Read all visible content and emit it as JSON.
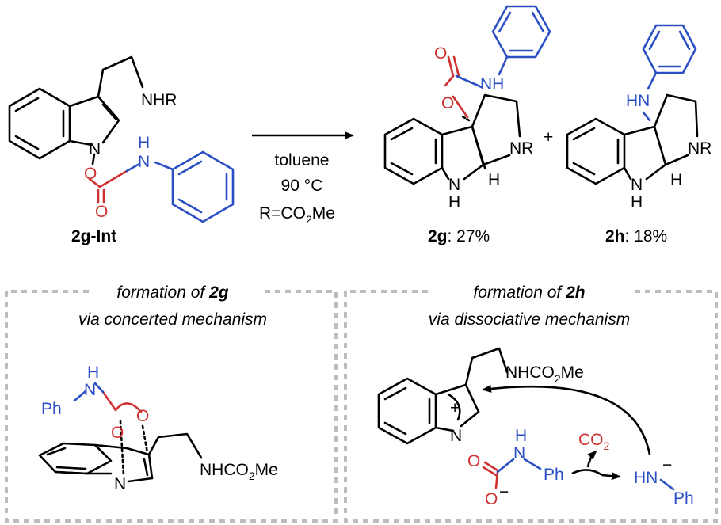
{
  "top_scheme": {
    "reactant": {
      "label": "2g-Int",
      "amine": "NHR",
      "n_indole": "N",
      "o_link": "O",
      "o_carbonyl": "O",
      "nh": "NH",
      "n_letter": "N",
      "h_letter": "H"
    },
    "conditions": {
      "solvent": "toluene",
      "temperature": "90 °C",
      "r_definition": "R=CO",
      "r_subscript": "2",
      "r_suffix": "Me"
    },
    "product_2g": {
      "label": "2g",
      "yield": ": 27%",
      "o_carbonyl": "O",
      "o_link": "O",
      "nh": "NH",
      "nr": "NR",
      "indoline_nh": "N",
      "indoline_h": "H",
      "ring_h": "H"
    },
    "plus": "+",
    "product_2h": {
      "label": "2h",
      "yield": ": 18%",
      "hn": "HN",
      "nr": "NR",
      "indoline_nh": "N",
      "indoline_h": "H",
      "ring_h": "H"
    }
  },
  "panel_left": {
    "title_prefix": "formation of ",
    "title_bold": "2g",
    "subtitle": "via concerted mechanism",
    "h": "H",
    "n": "N",
    "ph": "Ph",
    "o1": "O",
    "o2": "O",
    "n_indole": "N",
    "side_chain_prefix": "NHCO",
    "side_chain_sub": "2",
    "side_chain_suffix": "Me"
  },
  "panel_right": {
    "title_prefix": "formation of ",
    "title_bold": "2h",
    "subtitle": "via dissociative mechanism",
    "side_chain_prefix": "NHCO",
    "side_chain_sub": "2",
    "side_chain_suffix": "Me",
    "n_indole": "N",
    "plus": "+",
    "o_top": "O",
    "o_bottom": "O",
    "minus": "−",
    "h": "H",
    "n": "N",
    "ph": "Ph",
    "co": "CO",
    "co_sub": "2",
    "anion_hn": "HN",
    "anion_minus": "−",
    "anion_ph": "Ph"
  },
  "colors": {
    "oxygen": "#d03030",
    "nitrogen_blue": "#2a4fc4",
    "box": "#bdbdbd"
  }
}
